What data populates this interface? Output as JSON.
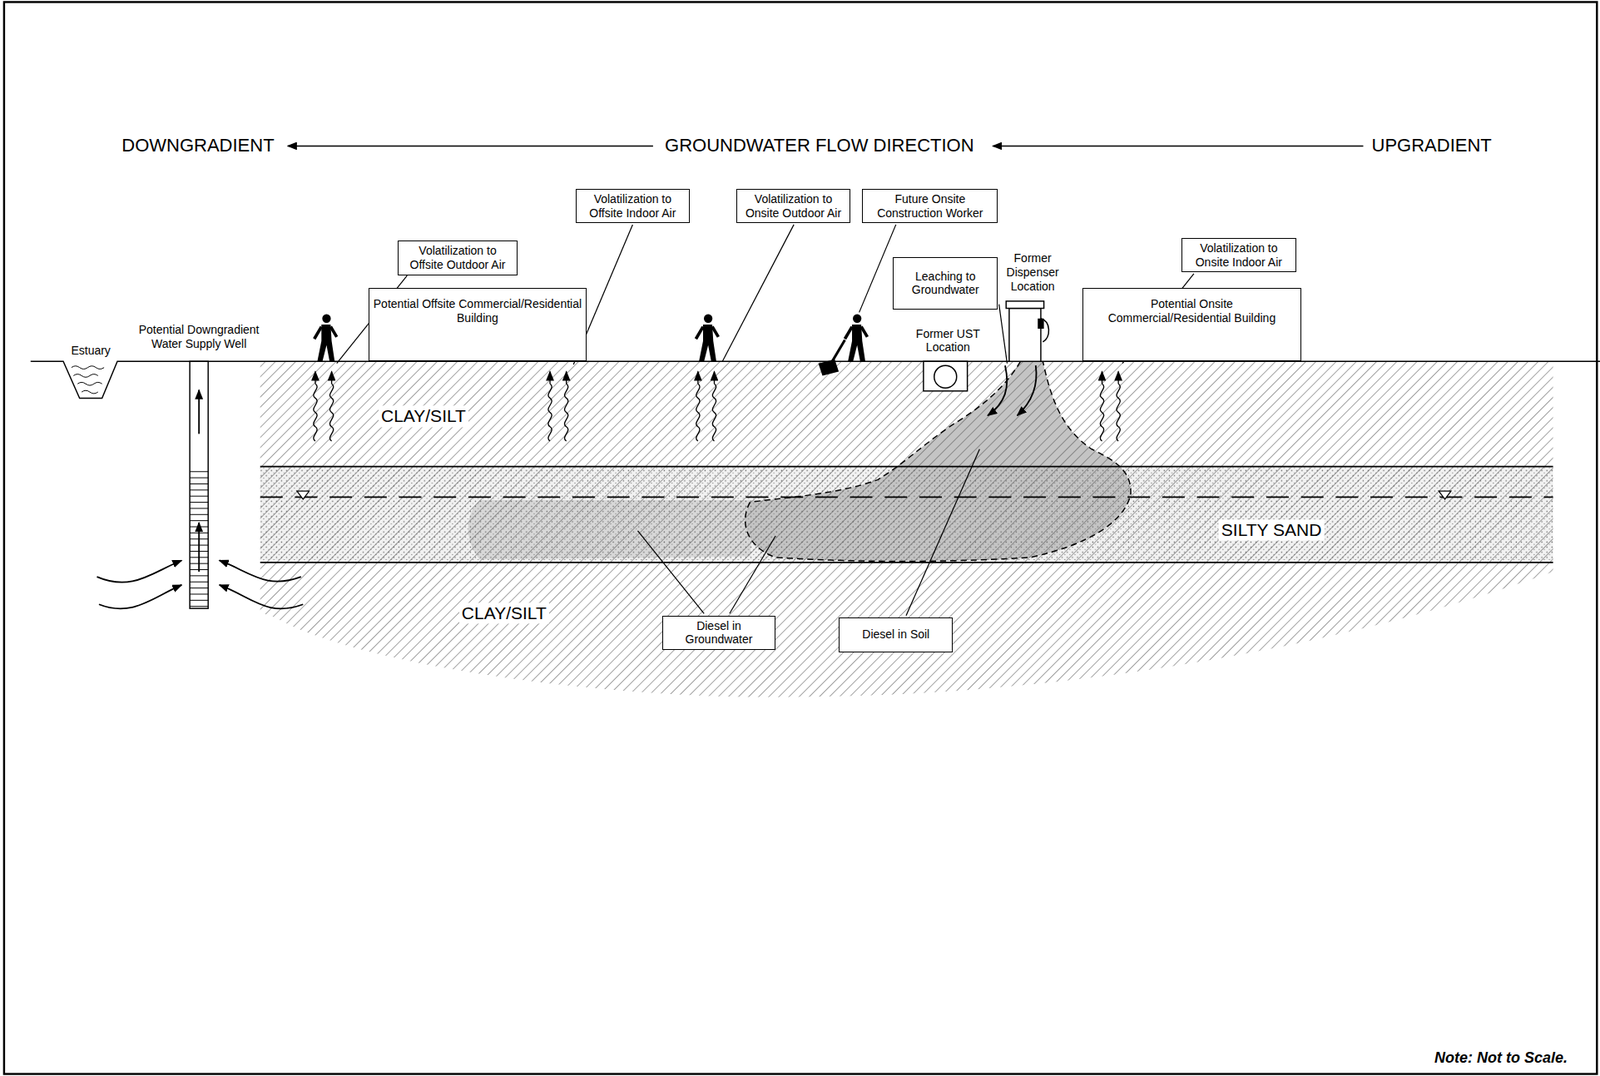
{
  "diagram": {
    "nodes": [
      {
        "text": [
          "Volatilization to Offsite Indoor Air"
        ]
      },
      {
        "text": [
          "Volatilization to Onsite Outdoor Air"
        ]
      },
      {
        "text": [
          "Future Onsite Construction Worker"
        ]
      },
      {
        "text": [
          "Volatilization to Offsite Outdoor Air"
        ]
      },
      {
        "text": [
          "Volatilization to Onsite Indoor Air"
        ]
      },
      {
        "text": [
          "Leaching to Groundwater"
        ]
      },
      {
        "text": [
          "Potential Offsite Commercial/Residential Building"
        ]
      },
      {
        "text": [
          "Potential Onsite Commercial/Residential Building"
        ]
      },
      {
        "text": [
          "Diesel in Groundwater"
        ]
      },
      {
        "text": [
          "Diesel in Soil"
        ]
      }
    ],
    "labels": [
      "DOWNGRADIENT",
      "GROUNDWATER FLOW DIRECTION",
      "UPGRADIENT",
      "Former Dispenser Location",
      "Former UST Location",
      "Estuary",
      "Potential Downgradient Water Supply Well",
      "CLAY/SILT",
      "SILTY SAND",
      "CLAY/SILT",
      "Note: Not to Scale."
    ]
  }
}
